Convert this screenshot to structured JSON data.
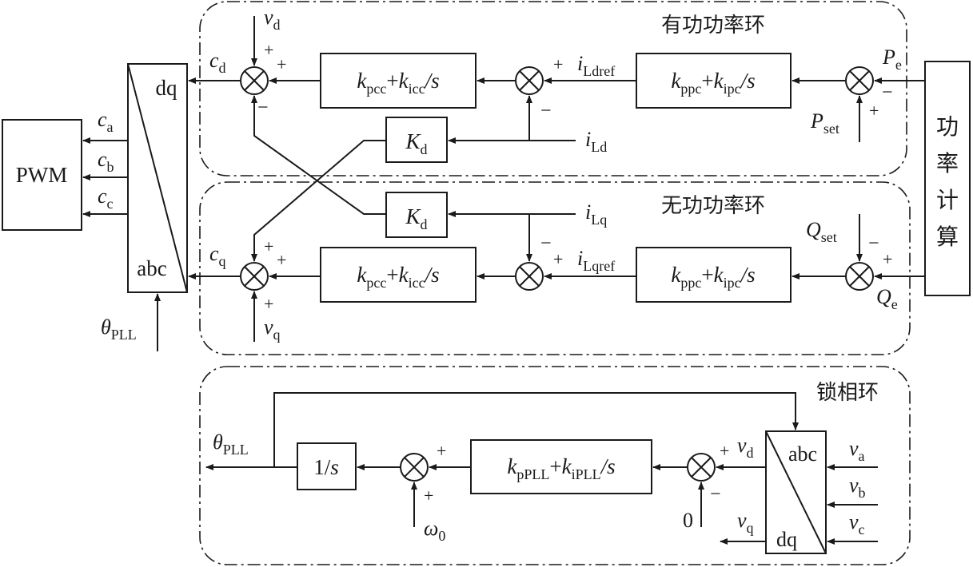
{
  "regions": {
    "active_loop_title": "有功功率环",
    "reactive_loop_title": "无功功率环",
    "pll_loop_title": "锁相环"
  },
  "blocks": {
    "pwm": "PWM",
    "transform_top": "dq",
    "transform_bottom": "abc",
    "pi_current": {
      "a": "k",
      "a_sub": "pcc",
      "plus": "+",
      "b": "k",
      "b_sub": "icc",
      "tail": "/s"
    },
    "pi_power": {
      "a": "k",
      "a_sub": "ppc",
      "plus": "+",
      "b": "k",
      "b_sub": "ipc",
      "tail": "/s"
    },
    "kd": {
      "main": "K",
      "sub": "d"
    },
    "power_calc": [
      "功",
      "率",
      "计",
      "算"
    ],
    "pll_pi": {
      "a": "k",
      "a_sub": "pPLL",
      "plus": "+",
      "b": "k",
      "b_sub": "iPLL",
      "tail": "/s"
    },
    "integrator": {
      "num": "1/",
      "s": "s"
    },
    "pll_transform_top": "abc",
    "pll_transform_bottom": "dq"
  },
  "signals": {
    "ca": {
      "m": "c",
      "s": "a"
    },
    "cb": {
      "m": "c",
      "s": "b"
    },
    "cc": {
      "m": "c",
      "s": "c"
    },
    "cd": {
      "m": "c",
      "s": "d"
    },
    "cq": {
      "m": "c",
      "s": "q"
    },
    "vd_top": {
      "m": "v",
      "s": "d"
    },
    "vq_bottom": {
      "m": "v",
      "s": "q"
    },
    "iLdref": {
      "m": "i",
      "s": "Ldref"
    },
    "iLqref": {
      "m": "i",
      "s": "Lqref"
    },
    "iLd": {
      "m": "i",
      "s": "Ld"
    },
    "iLq": {
      "m": "i",
      "s": "Lq"
    },
    "Pe": {
      "m": "P",
      "s": "e"
    },
    "Pset": {
      "m": "P",
      "s": "set"
    },
    "Qset": {
      "m": "Q",
      "s": "set"
    },
    "Qe": {
      "m": "Q",
      "s": "e"
    },
    "theta_pll_in": {
      "m": "θ",
      "s": "PLL"
    },
    "theta_pll_out": {
      "m": "θ",
      "s": "PLL"
    },
    "pll_vd": {
      "m": "v",
      "s": "d"
    },
    "pll_vq": {
      "m": "v",
      "s": "q"
    },
    "va": {
      "m": "v",
      "s": "a"
    },
    "vb": {
      "m": "v",
      "s": "b"
    },
    "vc": {
      "m": "v",
      "s": "c"
    },
    "omega0": {
      "m": "ω",
      "s": "0"
    },
    "zero": "0"
  },
  "signs": {
    "plus": "+",
    "minus": "−"
  }
}
